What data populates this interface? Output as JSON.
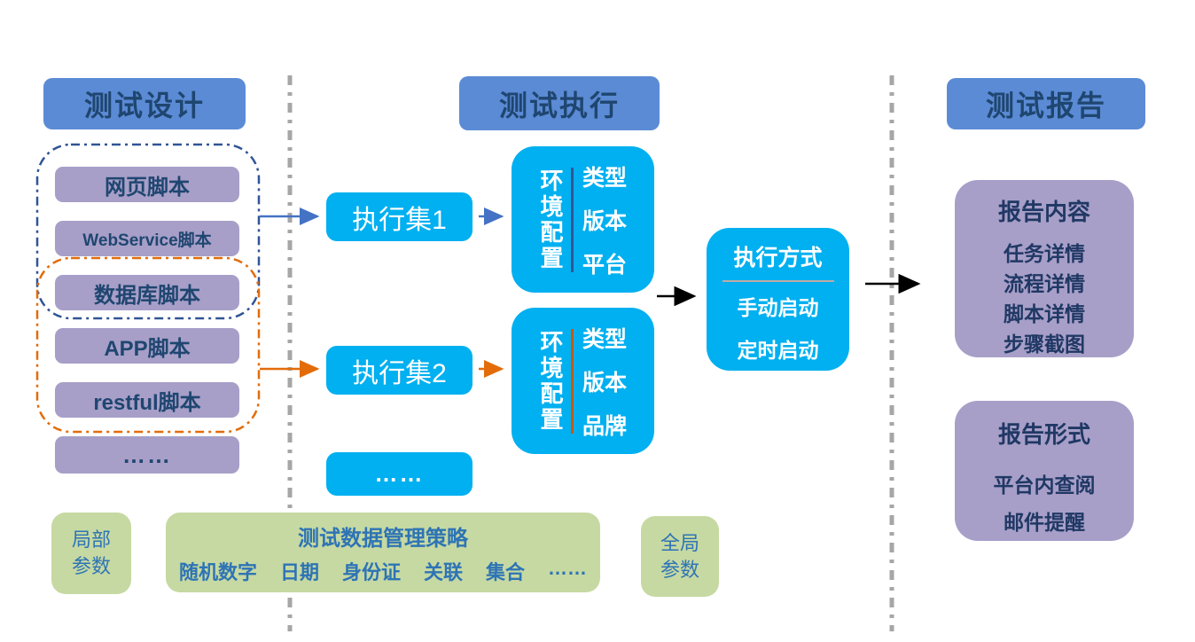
{
  "headers": {
    "design": "测试设计",
    "execution": "测试执行",
    "report": "测试报告"
  },
  "design": {
    "scripts": [
      "网页脚本",
      "WebService脚本",
      "数据库脚本",
      "APP脚本",
      "restful脚本",
      "……"
    ]
  },
  "execution": {
    "set1": "执行集1",
    "set2": "执行集2",
    "set_more": "……",
    "env1": {
      "title": "环境配置",
      "items": [
        "类型",
        "版本",
        "平台"
      ]
    },
    "env2": {
      "title": "环境配置",
      "items": [
        "类型",
        "版本",
        "品牌"
      ]
    },
    "mode": {
      "title": "执行方式",
      "items": [
        "手动启动",
        "定时启动"
      ]
    }
  },
  "report": {
    "content": {
      "title": "报告内容",
      "items": [
        "任务详情",
        "流程详情",
        "脚本详情",
        "步骤截图"
      ]
    },
    "format": {
      "title": "报告形式",
      "items": [
        "平台内查阅",
        "邮件提醒"
      ]
    }
  },
  "params": {
    "local": {
      "line1": "局部",
      "line2": "参数"
    },
    "global": {
      "line1": "全局",
      "line2": "参数"
    },
    "strategy": {
      "title": "测试数据管理策略",
      "items": [
        "随机数字",
        "日期",
        "身份证",
        "关联",
        "集合",
        "……"
      ]
    }
  },
  "colors": {
    "header_bg": "#5B8BD5",
    "header_text": "#1F4670",
    "purple_bg": "#A79FC8",
    "cyan_bg": "#00B0F0",
    "green_bg": "#C6D9A2",
    "green_text": "#2E74B5",
    "divider_gray": "#A6A6A6",
    "group_dash_blue": "#305496",
    "group_dash_orange": "#E36C0A",
    "arrow_blue": "#4472C4",
    "arrow_orange": "#E36C09",
    "arrow_black": "#000000"
  }
}
